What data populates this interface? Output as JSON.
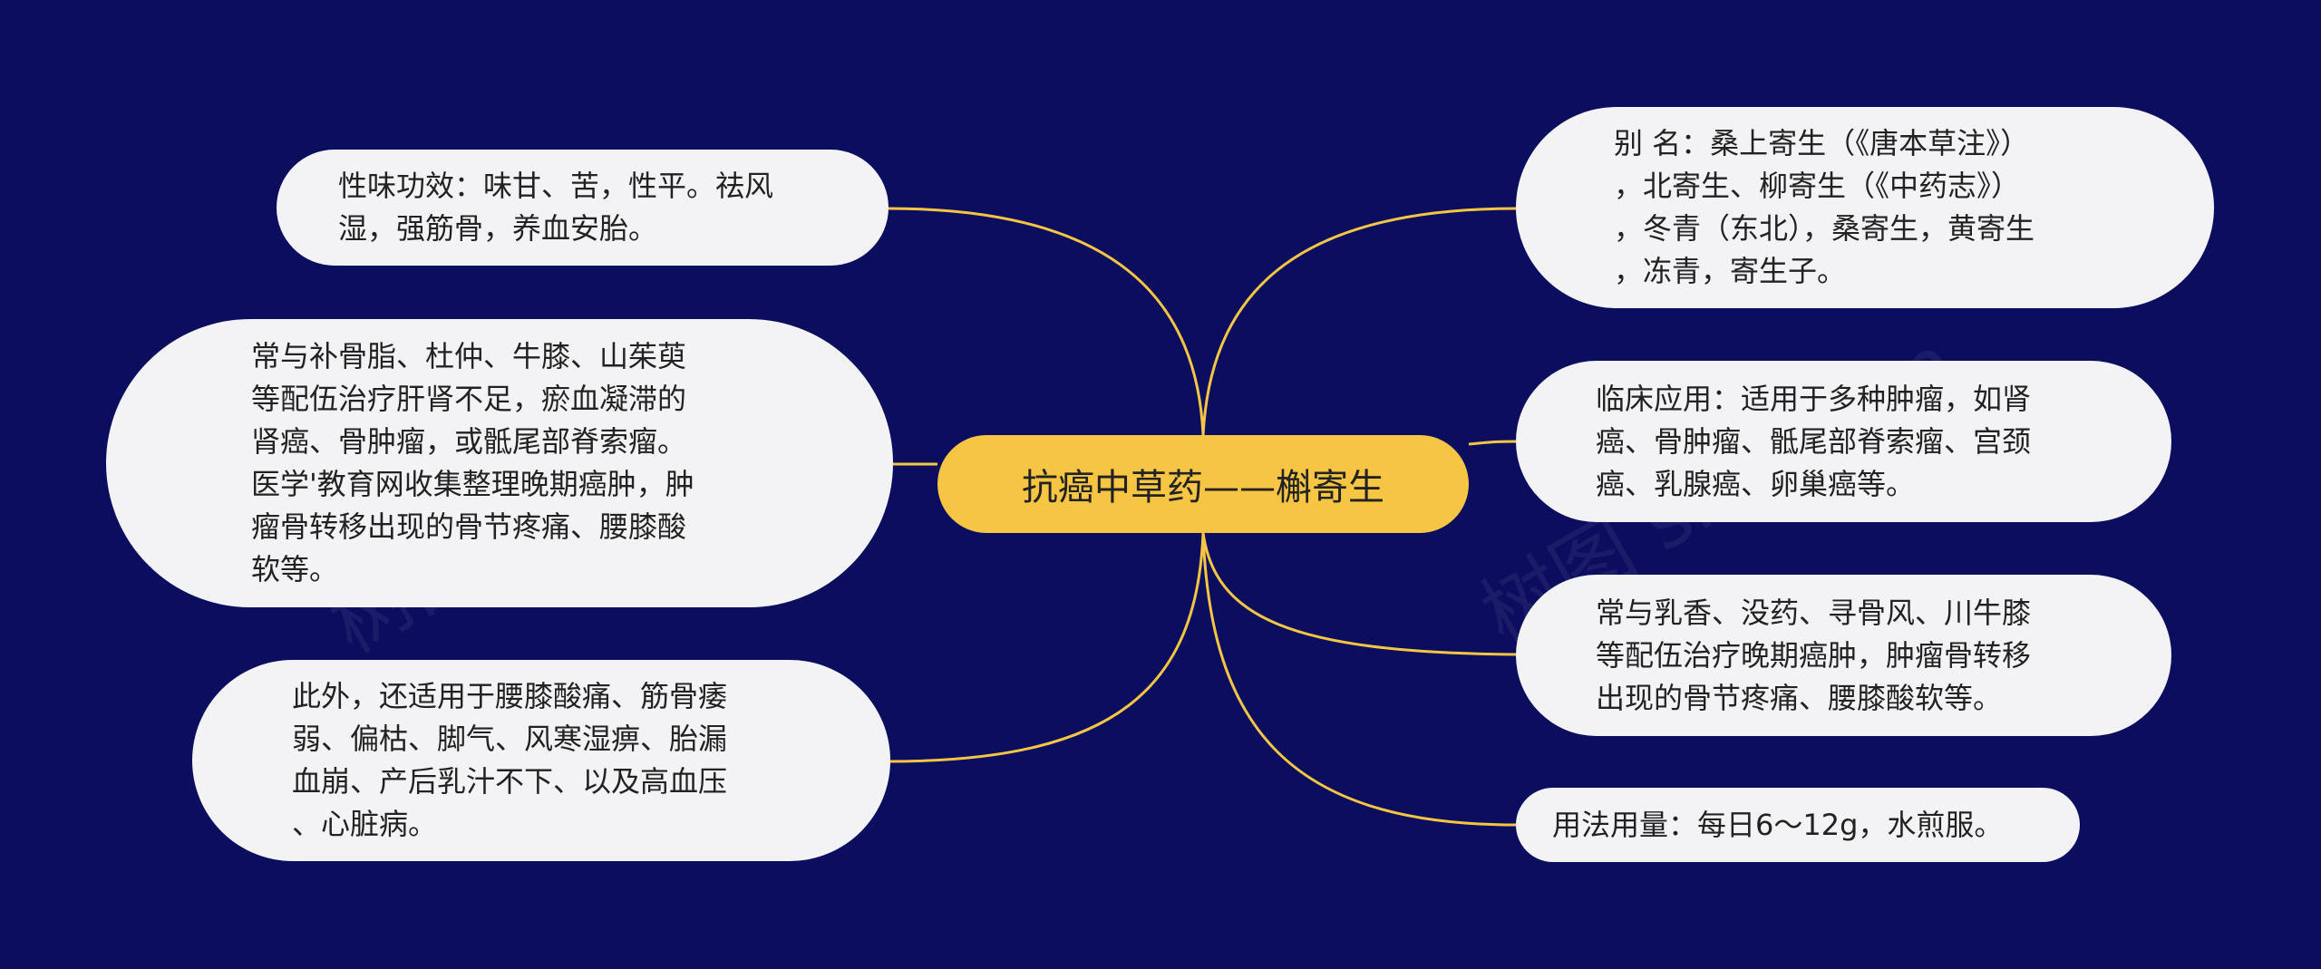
{
  "colors": {
    "background": "#0b0e5e",
    "root_fill": "#f6c544",
    "node_fill": "#f3f3f5",
    "connector": "#f6c544"
  },
  "root": {
    "label": "抗癌中草药——槲寄生"
  },
  "branches": {
    "left_1": "性味功效：味甘、苦，性平。祛风\n湿，强筋骨，养血安胎。",
    "left_2": "常与补骨脂、杜仲、牛膝、山茱萸\n等配伍治疗肝肾不足，瘀血凝滞的\n肾癌、骨肿瘤，或骶尾部脊索瘤。\n医学'教育网收集整理晚期癌肿，肿\n瘤骨转移出现的骨节疼痛、腰膝酸\n软等。",
    "left_3": "此外，还适用于腰膝酸痛、筋骨痿\n弱、偏枯、脚气、风寒湿痹、胎漏\n血崩、产后乳汁不下、以及高血压\n、心脏病。",
    "right_1": "别 名：桑上寄生（《唐本草注》）\n，北寄生、柳寄生（《中药志》）\n，冬青（东北），桑寄生，黄寄生\n，冻青，寄生子。",
    "right_2": "临床应用：适用于多种肿瘤，如肾\n癌、骨肿瘤、骶尾部脊索瘤、宫颈\n癌、乳腺癌、卵巢癌等。",
    "right_3": "常与乳香、没药、寻骨风、川牛膝\n等配伍治疗晚期癌肿，肿瘤骨转移\n出现的骨节疼痛、腰膝酸软等。",
    "right_4": "用法用量：每日6～12g，水煎服。"
  },
  "watermarks": {
    "left": "树图 shutu.cn",
    "right": "树图 shutu.cn"
  }
}
